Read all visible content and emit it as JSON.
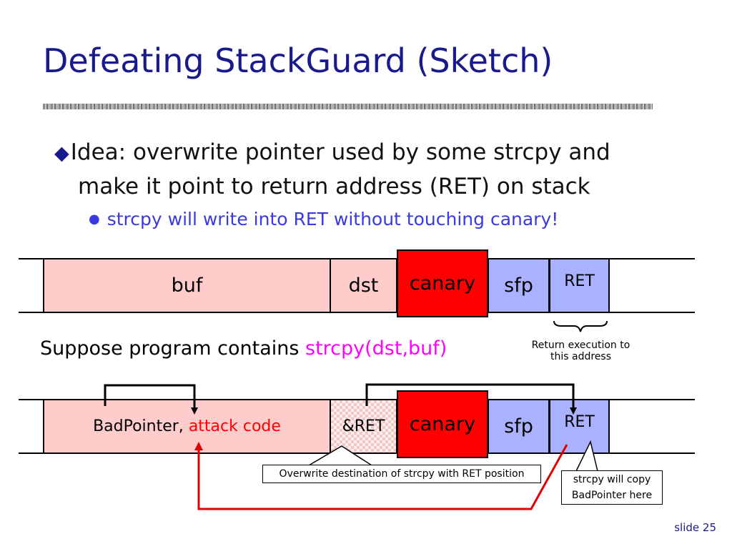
{
  "slide": {
    "title": "Defeating StackGuard (Sketch)",
    "bullet_main_line1": "Idea: overwrite pointer used by some strcpy and",
    "bullet_main_line2": "make it point to return address (RET) on stack",
    "bullet_sub": "strcpy will write into RET without touching canary!",
    "slide_number": "slide 25"
  },
  "stack_top": {
    "buf": "buf",
    "dst": "dst",
    "canary": "canary",
    "sfp": "sfp",
    "ret": "RET",
    "ret_annotation_line1": "Return execution to",
    "ret_annotation_line2": "this address"
  },
  "suppose": {
    "prefix": "Suppose program contains ",
    "code": "strcpy(dst,buf)"
  },
  "stack_bottom": {
    "buf_black": "BadPointer, ",
    "buf_red": "attack code",
    "dst": "&RET",
    "canary": "canary",
    "sfp": "sfp",
    "ret": "RET",
    "callout_overwrite": "Overwrite destination of strcpy with RET position",
    "callout_copy_line1": "strcpy will copy",
    "callout_copy_line2": "BadPointer here"
  },
  "colors": {
    "title": "#1a1a8c",
    "sub_bullet": "#3a3adf",
    "buffer": "#ffcccc",
    "canary": "#ff0000",
    "sfp_ret": "#aab2ff",
    "code_highlight": "#ff00ff",
    "attack_code": "#ff0000"
  },
  "icons": {
    "bullet_main": "diamond-bullet-icon",
    "bullet_sub": "dot-bullet-icon"
  }
}
